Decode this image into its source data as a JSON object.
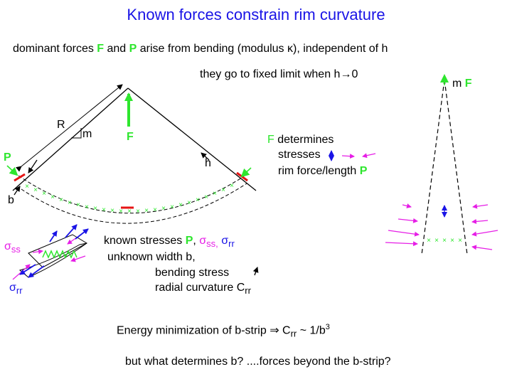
{
  "title": "Known forces constrain rim curvature",
  "line1": {
    "pre": "dominant forces ",
    "F": "F",
    "and": " and ",
    "P": "P",
    "post": " arise from bending (modulus κ), independent of h"
  },
  "line2": "they go to fixed limit when h→0",
  "labels": {
    "R": "R",
    "m": "m",
    "F": "F",
    "P": "P",
    "b": "b",
    "h": "h",
    "mF_m": "m",
    "mF_F": "F"
  },
  "determines": {
    "F": "F",
    "rest": " determines",
    "stresses": "stresses",
    "rim_force": "rim force/length ",
    "P": "P"
  },
  "known": {
    "pre": "known stresses ",
    "P": "P",
    "sep": ", ",
    "sigma_ss": "σ",
    "sigma_ss_sub": "ss,",
    "sigma_rr": " σ",
    "sigma_rr_sub": "rr"
  },
  "unknown": "unknown width b,",
  "bending": "bending stress",
  "radial": "radial curvature C",
  "radial_sub": "rr",
  "sigma_ss_label": "σ",
  "sigma_ss_label_sub": "ss",
  "sigma_rr_label": "σ",
  "sigma_rr_label_sub": "rr",
  "energy": {
    "pre": "Energy minimization of b-strip ⇒  C",
    "sub": "rr",
    "post": " ~ 1/b",
    "sup": "3"
  },
  "bottom": "but what determines b?  ....forces beyond the b-strip?",
  "colors": {
    "title": "#1a14e6",
    "green": "#2ee62e",
    "magenta": "#e61ee6",
    "blue": "#1a14e6",
    "red": "#e61414"
  },
  "icons": [
    "up-arrow-icon",
    "double-arrow-icon",
    "x-marker-icon"
  ]
}
